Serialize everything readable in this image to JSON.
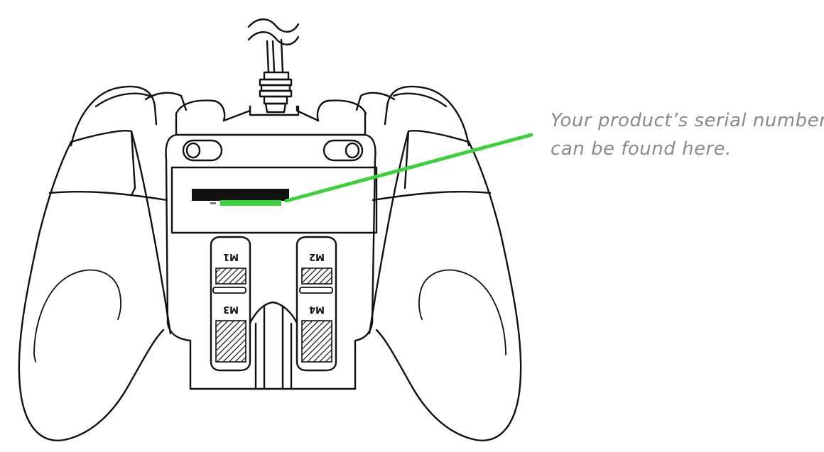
{
  "callout": {
    "line1": "Your product’s serial number",
    "line2": "can be found here."
  },
  "buttons": {
    "m1": "M1",
    "m2": "M2",
    "m3": "M3",
    "m4": "M4"
  },
  "colors": {
    "leader_line": "#3cd13c",
    "callout_text": "#8a8a8a",
    "outline": "#111111",
    "serial_label": "#111111"
  }
}
